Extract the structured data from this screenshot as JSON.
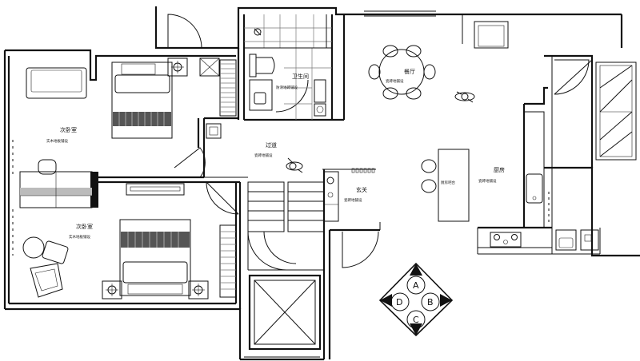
{
  "rooms": {
    "master": {
      "name": "次卧室",
      "floor": "实木地板铺设"
    },
    "second": {
      "name": "次卧室",
      "floor": "实木地板铺设"
    },
    "bath": {
      "name": "卫生间",
      "floor": "防滑地砖铺设"
    },
    "dining": {
      "name": "餐厅",
      "floor": "瓷砖地铺设"
    },
    "corridor": {
      "name": "过道",
      "floor": "瓷砖地铺设"
    },
    "entry": {
      "name": "玄关",
      "floor": "瓷砖地铺设"
    },
    "kitchen": {
      "name": "厨房",
      "floor": "瓷砖地铺设"
    },
    "bar": {
      "name": "厨房吧台"
    }
  },
  "compass": {
    "a": "A",
    "b": "B",
    "c": "C",
    "d": "D"
  },
  "colors": {
    "line": "#111111",
    "furniture": "#222222",
    "hatch": "#777777"
  }
}
